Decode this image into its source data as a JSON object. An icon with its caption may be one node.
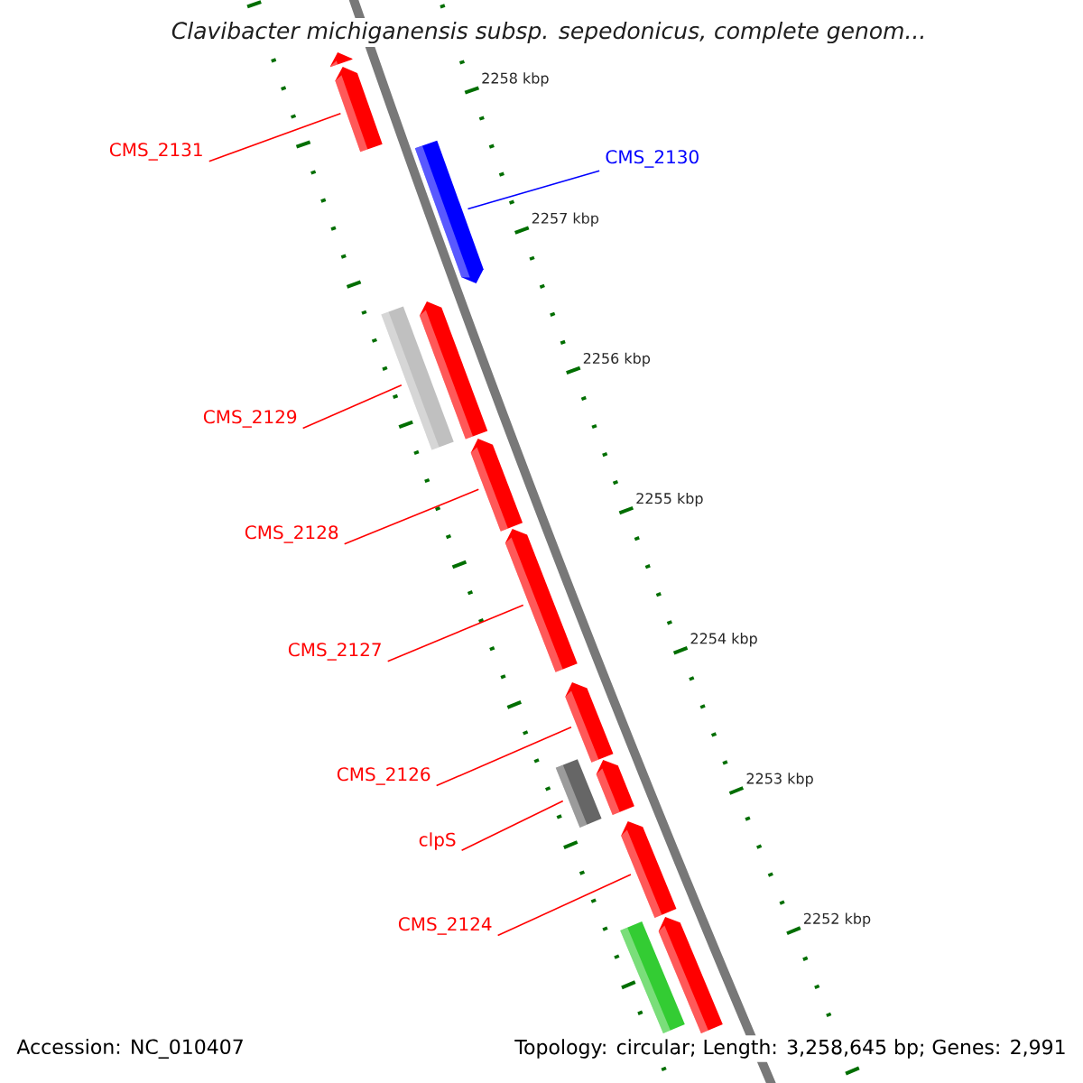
{
  "diagram": {
    "title": "Clavibacter michiganensis subsp. sepedonicus, complete genom...",
    "nodes": [
      {
        "text": [
          "CMS_2131"
        ]
      },
      {
        "text": [
          "CMS_2130"
        ]
      },
      {
        "text": [
          "CMS_2129"
        ]
      },
      {
        "text": [
          "CMS_2128"
        ]
      },
      {
        "text": [
          "CMS_2127"
        ]
      },
      {
        "text": [
          "CMS_2126"
        ]
      },
      {
        "text": [
          "clpS"
        ]
      },
      {
        "text": [
          "CMS_2124"
        ]
      },
      {
        "text": [],
        "shape": "arrow"
      },
      {
        "text": [],
        "shape": "arrow"
      },
      {
        "text": [],
        "shape": "arrow"
      },
      {
        "text": [],
        "shape": "arrow"
      },
      {
        "text": [],
        "shape": "bar"
      },
      {
        "text": [],
        "shape": "arrow"
      },
      {
        "text": [],
        "shape": "arrow"
      },
      {
        "text": [],
        "shape": "arrow"
      },
      {
        "text": [],
        "shape": "arrow"
      },
      {
        "text": [],
        "shape": "bar"
      },
      {
        "text": [],
        "shape": "arrow"
      },
      {
        "text": [],
        "shape": "bar"
      },
      {
        "text": [],
        "shape": "arrow"
      }
    ],
    "edges": [
      {
        "from": 0,
        "to": 9,
        "arrow": "none"
      },
      {
        "from": 1,
        "to": 10,
        "arrow": "none",
        "color": "#0000ff"
      },
      {
        "from": 2,
        "to": 12,
        "arrow": "none"
      },
      {
        "from": 3,
        "to": 13,
        "arrow": "none"
      },
      {
        "from": 4,
        "to": 14,
        "arrow": "none"
      },
      {
        "from": 5,
        "to": 15,
        "arrow": "none"
      },
      {
        "from": 6,
        "to": 17,
        "arrow": "none"
      },
      {
        "from": 7,
        "to": 18,
        "arrow": "none"
      }
    ],
    "labels": [
      "2258 kbp",
      "2257 kbp",
      "2256 kbp",
      "2255 kbp",
      "2254 kbp",
      "2253 kbp",
      "2252 kbp",
      "Accession: NC_010407",
      "Topology: circular; Length: 3,258,645 bp; Genes: 2,991"
    ]
  }
}
